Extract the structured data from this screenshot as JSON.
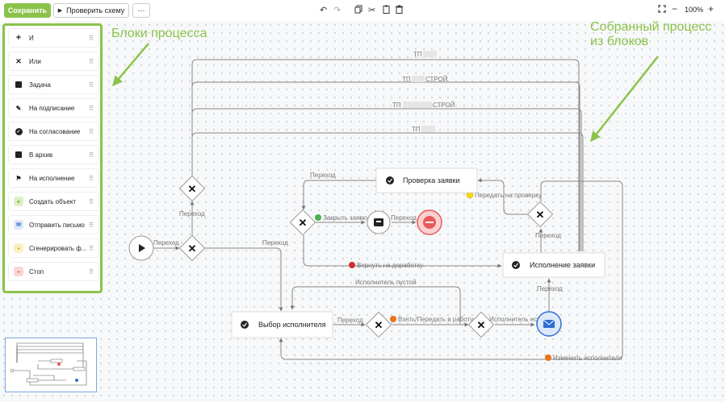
{
  "toolbar": {
    "save_label": "Сохранить",
    "check_label": "Проверить схему",
    "more_label": "···",
    "zoom": "100%"
  },
  "palette": {
    "items": [
      {
        "label": "И",
        "icon": "plus-icon",
        "color": "#222222"
      },
      {
        "label": "Или",
        "icon": "x-icon",
        "color": "#222222"
      },
      {
        "label": "Задача",
        "icon": "task-icon",
        "color": "#222222"
      },
      {
        "label": "На подписание",
        "icon": "pen-icon",
        "color": "#222222"
      },
      {
        "label": "На согласование",
        "icon": "check-circle-icon",
        "color": "#222222"
      },
      {
        "label": "В архив",
        "icon": "archive-icon",
        "color": "#222222"
      },
      {
        "label": "На исполнение",
        "icon": "flag-icon",
        "color": "#222222"
      },
      {
        "label": "Создать объект",
        "icon": "add-object-icon",
        "color": "#8bc34a"
      },
      {
        "label": "Отправить письмо",
        "icon": "mail-icon",
        "color": "#3b6fd8"
      },
      {
        "label": "Сгенерировать ф...",
        "icon": "document-icon",
        "color": "#e8c33a"
      },
      {
        "label": "Стоп",
        "icon": "stop-icon",
        "color": "#e05252"
      }
    ]
  },
  "annotations": {
    "left": "Блоки процесса",
    "right_line1": "Собранный процесс",
    "right_line2": "из блоков"
  },
  "diagram": {
    "nodes": {
      "check_request": "Проверка заявки",
      "execute_request": "Исполнение заявки",
      "choose_executor": "Выбор исполнителя"
    },
    "labels": {
      "tp1": "ТП",
      "tp2": "ТП",
      "tp2_suffix": "СТРОЙ",
      "tp3": "ТП",
      "tp3_suffix": "СТРОЙ",
      "tp4": "ТП",
      "transition": "Переход",
      "close_request": "Закрыть заявку",
      "send_to_check": "Передать на проверку",
      "return_for_rework": "Вернуть на доработку",
      "executor_empty": "Исполнитель пустой",
      "take_transfer": "Взять/Передать в работу",
      "executor_exists": "Исполнитель есть",
      "change_executor": "Изменить исполнителя"
    },
    "colors": {
      "accent": "#8bc34a",
      "yellow": "#f5d90a",
      "green": "#4caf50",
      "red": "#d32f2f",
      "orange": "#e8741c",
      "stop": "#e85a5a",
      "mail": "#2f6fd3"
    }
  }
}
